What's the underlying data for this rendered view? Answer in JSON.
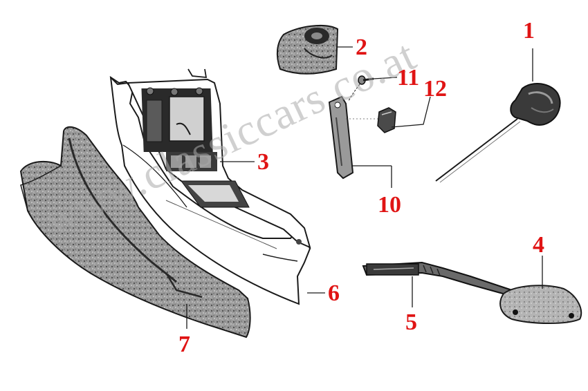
{
  "watermark": "www.classiccars.co.at",
  "callouts": {
    "n1": "1",
    "n2": "2",
    "n3": "3",
    "n4": "4",
    "n5": "5",
    "n6": "6",
    "n7": "7",
    "n10": "10",
    "n11": "11",
    "n12": "12"
  },
  "colors": {
    "callout": "#e01414",
    "ink": "#1a1a1a",
    "watermark": "#aaaaaa"
  }
}
